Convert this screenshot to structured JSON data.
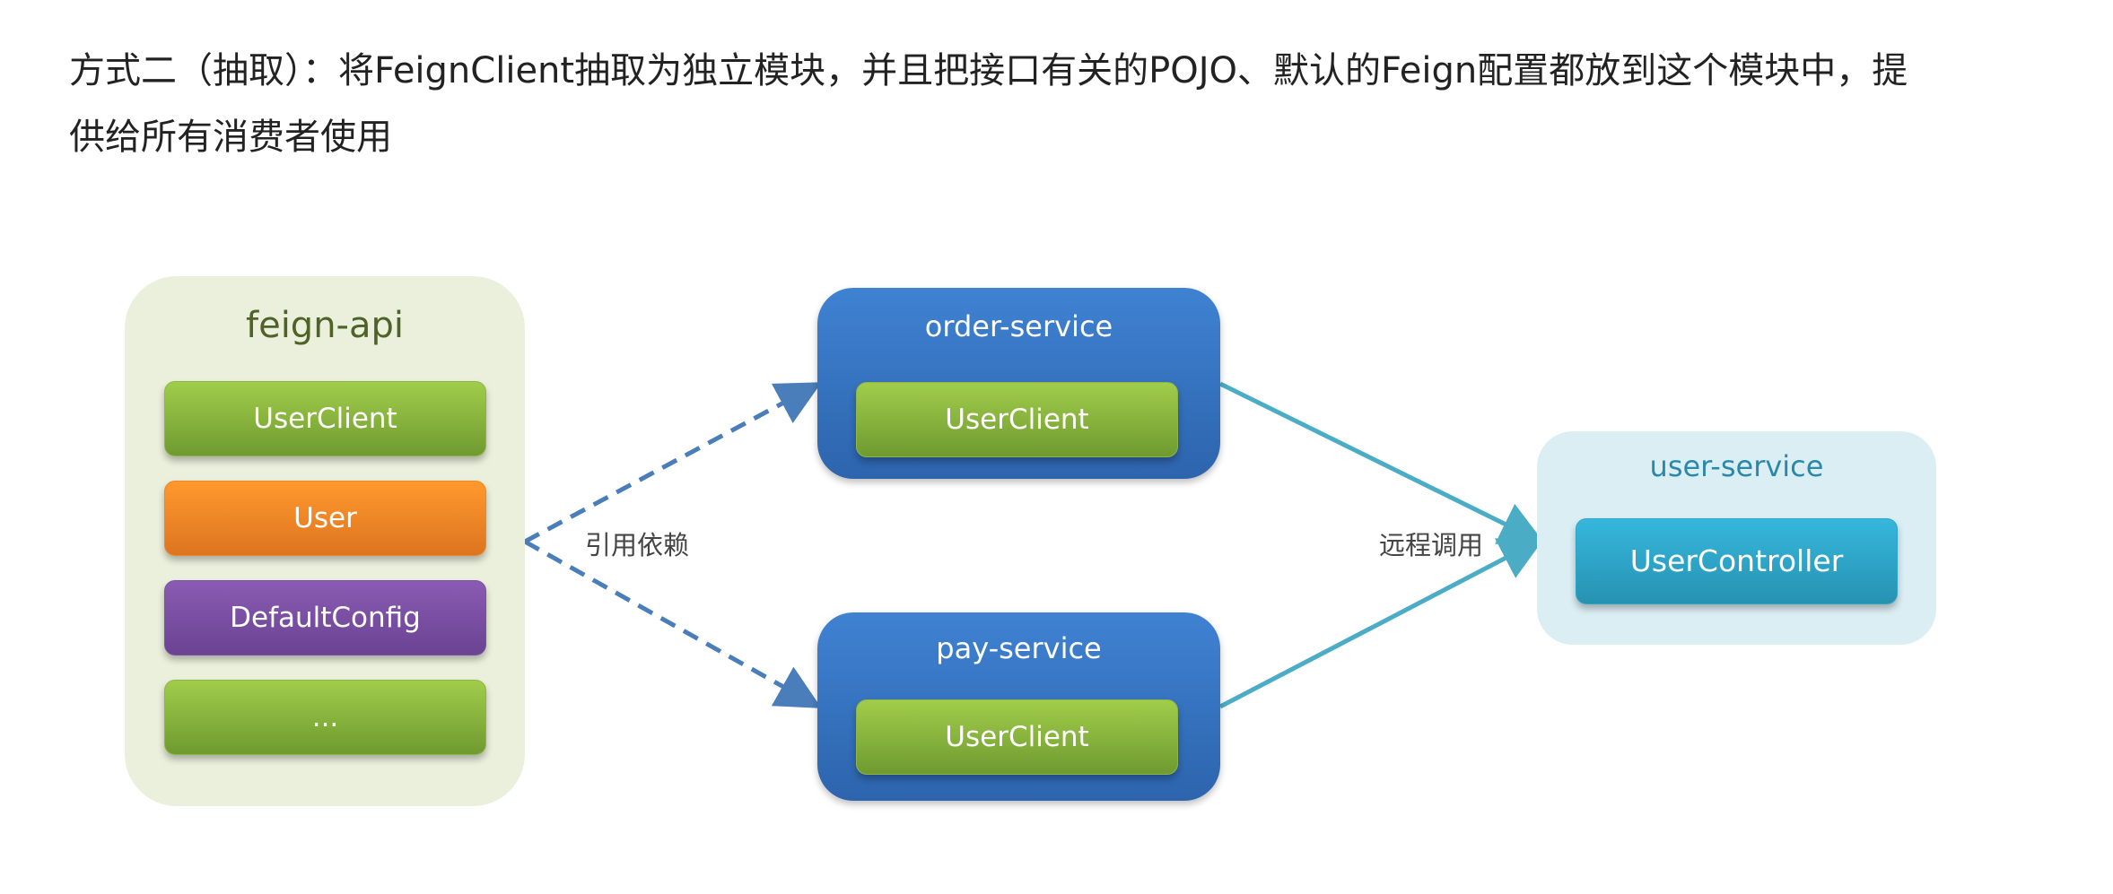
{
  "heading": {
    "line1": "方式二（抽取）：将FeignClient抽取为独立模块，并且把接口有关的POJO、默认的Feign配置都放到这个模块中，提",
    "line2": "供给所有消费者使用"
  },
  "feign_api": {
    "title": "feign-api",
    "items": [
      "UserClient",
      "User",
      "DefaultConfig",
      "..."
    ]
  },
  "order_service": {
    "title": "order-service",
    "client": "UserClient"
  },
  "pay_service": {
    "title": "pay-service",
    "client": "UserClient"
  },
  "user_service": {
    "title": "user-service",
    "controller": "UserController"
  },
  "edges": {
    "dependency_label": "引用依赖",
    "remote_call_label": "远程调用"
  },
  "colors": {
    "feign_api_bg": "#ebf0dc",
    "feign_api_title": "#4f6228",
    "service_blue": "#3a78c8",
    "user_service_bg": "#dbeef4",
    "user_service_title": "#2a89a8",
    "dependency_arrow": "#4a7ebb",
    "remote_arrow": "#4bacc6"
  }
}
